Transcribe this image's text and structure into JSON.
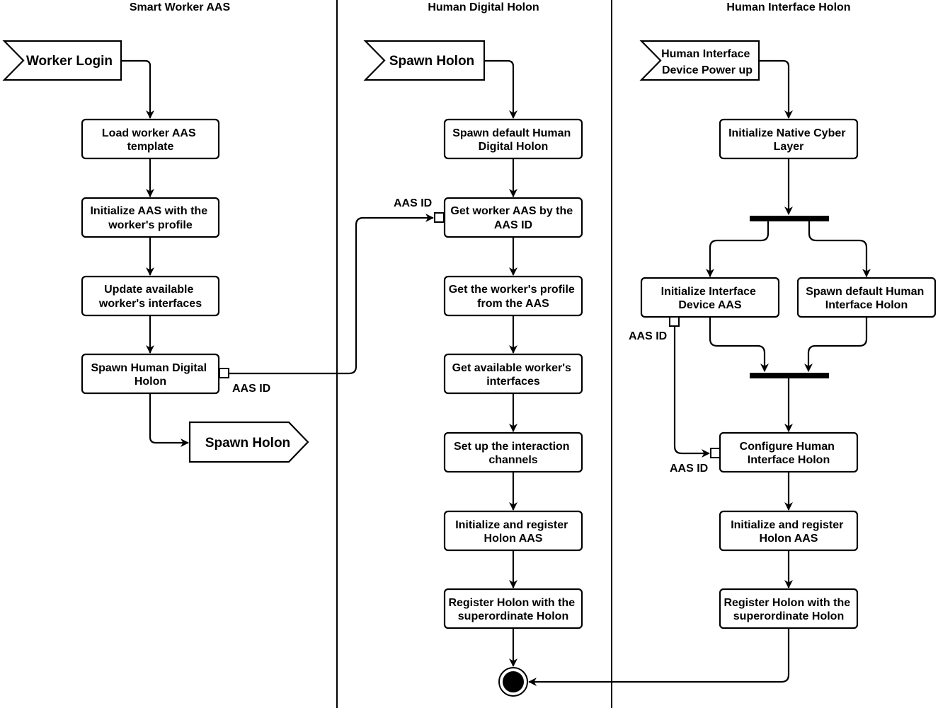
{
  "lanes": {
    "smart_worker_aas": "Smart Worker AAS",
    "human_digital_holon": "Human Digital Holon",
    "human_interface_holon": "Human Interface Holon"
  },
  "smart_worker": {
    "worker_login": "Worker Login",
    "load_template": [
      "Load worker AAS",
      "template"
    ],
    "init_aas": [
      "Initialize AAS with the",
      "worker's profile"
    ],
    "update_interfaces": [
      "Update available",
      "worker's interfaces"
    ],
    "spawn_hdh": [
      "Spawn Human Digital",
      "Holon"
    ],
    "spawn_holon_signal": "Spawn Holon",
    "pin_label": "AAS ID"
  },
  "digital_holon": {
    "spawn_holon_event": "Spawn Holon",
    "spawn_default": [
      "Spawn default Human",
      "Digital Holon"
    ],
    "get_worker_aas": [
      "Get worker AAS by the",
      "AAS ID"
    ],
    "get_profile": [
      "Get the worker's profile",
      "from the AAS"
    ],
    "get_interfaces": [
      "Get available worker's",
      "interfaces"
    ],
    "setup_channels": [
      "Set up the interaction",
      "channels"
    ],
    "init_register": [
      "Initialize and register",
      "Holon AAS"
    ],
    "register_super": [
      "Register Holon with the",
      "superordinate Holon"
    ],
    "pin_label": "AAS ID"
  },
  "interface_holon": {
    "power_up": [
      "Human Interface",
      "Device Power up"
    ],
    "init_cyber": [
      "Initialize Native Cyber",
      "Layer"
    ],
    "init_device_aas": [
      "Initialize Interface",
      "Device AAS"
    ],
    "spawn_default": [
      "Spawn default Human",
      "Interface Holon"
    ],
    "configure": [
      "Configure Human",
      "Interface Holon"
    ],
    "init_register": [
      "Initialize and register",
      "Holon AAS"
    ],
    "register_super": [
      "Register Holon with the",
      "superordinate Holon"
    ],
    "pin_out_label": "AAS ID",
    "pin_in_label": "AAS ID"
  }
}
